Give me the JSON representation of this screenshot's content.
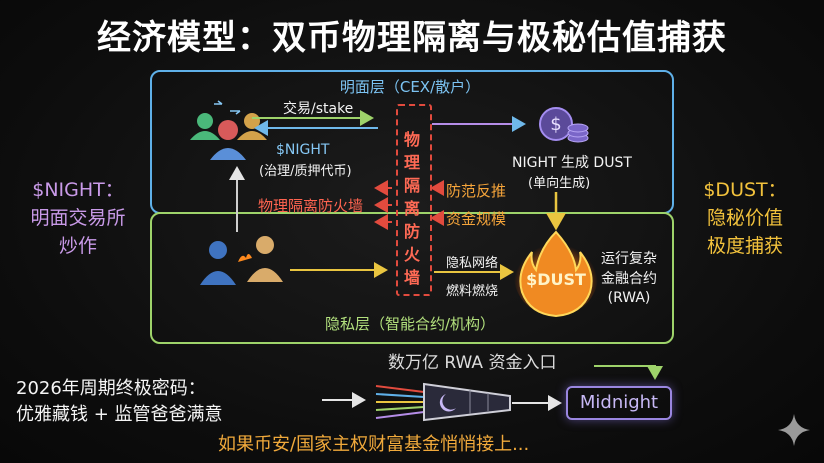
{
  "title": "经济模型：双币物理隔离与极秘估值捕获",
  "layers": {
    "public": "明面层（CEX/散户）",
    "private": "隐私层（智能合约/机构）"
  },
  "side_left": [
    "$NIGHT：",
    "明面交易所",
    "炒作"
  ],
  "side_right": [
    "$DUST：",
    "隐秘价值",
    "极度捕获"
  ],
  "wall_text": [
    "物",
    "理",
    "隔",
    "离",
    "防",
    "火",
    "墙"
  ],
  "labels": {
    "trade_stake": "交易/stake",
    "night_token": "$NIGHT",
    "governance": "(治理/质押代币)",
    "firewall": "物理隔离防火墙",
    "anti_back_1": "防范反推",
    "anti_back_2": "资金规模",
    "night_gen_1": "NIGHT 生成 DUST",
    "night_gen_2": "(单向生成)",
    "privacy_net_1": "隐私网络",
    "privacy_net_2": "燃料燃烧",
    "dust": "$DUST",
    "run_1": "运行复杂",
    "run_2": "金融合约",
    "run_3": "(RWA)"
  },
  "bottom": {
    "cycle_1": "2026年周期终极密码：",
    "cycle_2": "优雅藏钱 + 监管爸爸满意",
    "rwa_inflow": "数万亿 RWA 资金入口",
    "midnight": "Midnight",
    "footer": "如果币安/国家主权财富基金悄悄接上..."
  },
  "colors": {
    "blue": "#5fb0e8",
    "green": "#9ed36a",
    "red": "#e24b3e",
    "purple": "#c99ae8",
    "gold": "#f2c23c",
    "orange": "#f0a93b"
  }
}
